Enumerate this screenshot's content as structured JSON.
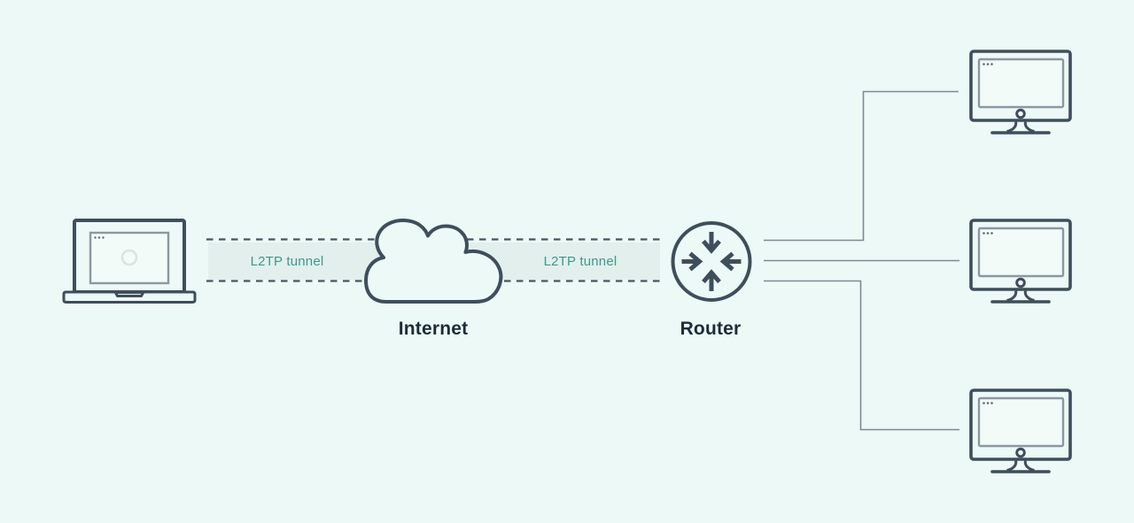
{
  "title": "L2TP tunnel network diagram",
  "palette": {
    "background": "#ecf9f6",
    "outline_dark": "#3f4e5c",
    "outline_gray": "#8b97a1",
    "connector_gray": "#7d8a94",
    "tunnel_band": "#e3efec",
    "tunnel_text": "#3b998b",
    "label_text": "#1d2b3a"
  },
  "tunnel": {
    "segments": [
      {
        "label": "L2TP tunnel"
      },
      {
        "label": "L2TP tunnel"
      }
    ]
  },
  "nodes": {
    "client": {
      "icon": "laptop-icon"
    },
    "internet": {
      "icon": "cloud-icon",
      "label": "Internet"
    },
    "router": {
      "icon": "router-icon",
      "label": "Router"
    },
    "workstations": [
      {
        "icon": "monitor-icon"
      },
      {
        "icon": "monitor-icon"
      },
      {
        "icon": "monitor-icon"
      }
    ]
  }
}
